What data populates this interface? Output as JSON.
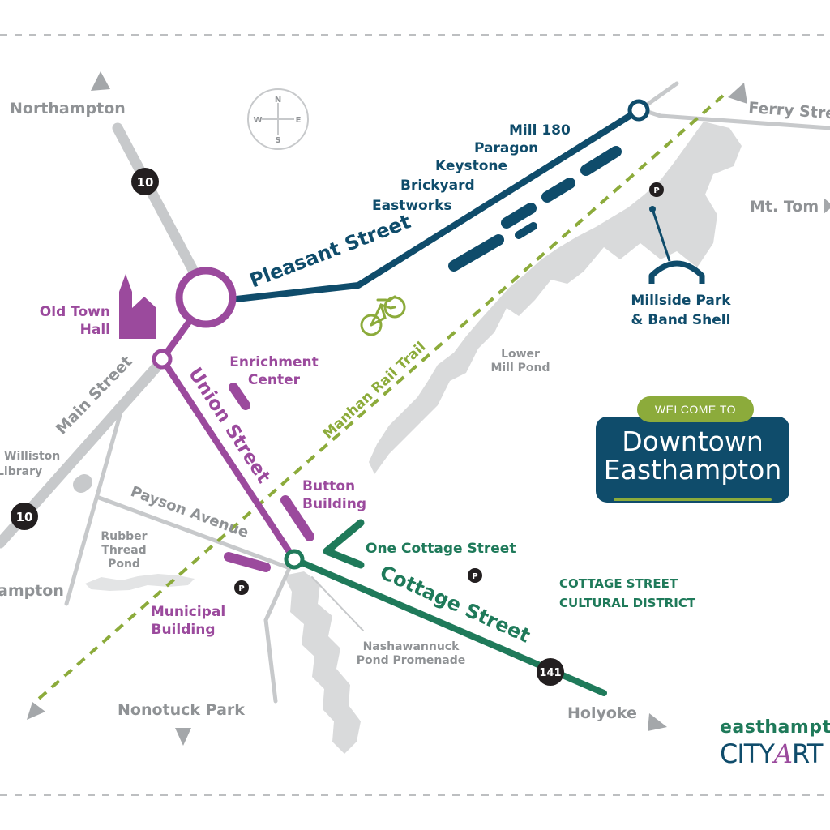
{
  "colors": {
    "navy": "#0f4c6b",
    "purple": "#9b4a9d",
    "green": "#1f7a5a",
    "lime": "#8cab3b",
    "gray_road": "#c7c9cb",
    "gray_text": "#8f9295",
    "water": "#d9dadb"
  },
  "directions": {
    "northampton_top": "Northampton",
    "northampton_left": "ampton",
    "ferry_street": "Ferry  Stre",
    "mt_tom": "Mt. Tom",
    "nonotuck_park": "Nonotuck Park",
    "holyoke": "Holyoke"
  },
  "route_shields": {
    "top": "10",
    "left": "10",
    "cottage": "141"
  },
  "compass": {
    "north": "N",
    "south": "S",
    "east": "E",
    "west": "W"
  },
  "streets": {
    "pleasant": "Pleasant Street",
    "union": "Union Street",
    "cottage": "Cottage Street",
    "main": "Main Street",
    "payson": "Payson Avenue",
    "trail": "Manhan Rail Trail"
  },
  "pleasant_mills": [
    "Mill 180",
    "Paragon",
    "Keystone",
    "Brickyard",
    "Eastworks"
  ],
  "landmarks": {
    "old_town_hall": [
      "Old Town",
      "Hall"
    ],
    "enrichment_center": [
      "Enrichment",
      "Center"
    ],
    "button_building": [
      "Button",
      "Building"
    ],
    "municipal_building": [
      "Municipal",
      "Building"
    ],
    "one_cottage_street": "One Cottage Street",
    "millside_park": [
      "Millside Park",
      "& Band Shell"
    ],
    "williston_library": [
      "Williston",
      "Library"
    ]
  },
  "water": {
    "lower_mill_pond": [
      "Lower",
      "Mill Pond"
    ],
    "rubber_thread_pond": [
      "Rubber",
      "Thread",
      "Pond"
    ],
    "nashawannuck": [
      "Nashawannuck",
      "Pond Promenade"
    ]
  },
  "district": [
    "COTTAGE STREET",
    "CULTURAL DISTRICT"
  ],
  "parking_label": "P",
  "welcome": {
    "pill": "WELCOME TO",
    "line1": "Downtown",
    "line2": "Easthampton"
  },
  "logo": {
    "line1": "easthampt",
    "line2_a": "CITY",
    "line2_b": "A",
    "line2_c": "RT"
  }
}
